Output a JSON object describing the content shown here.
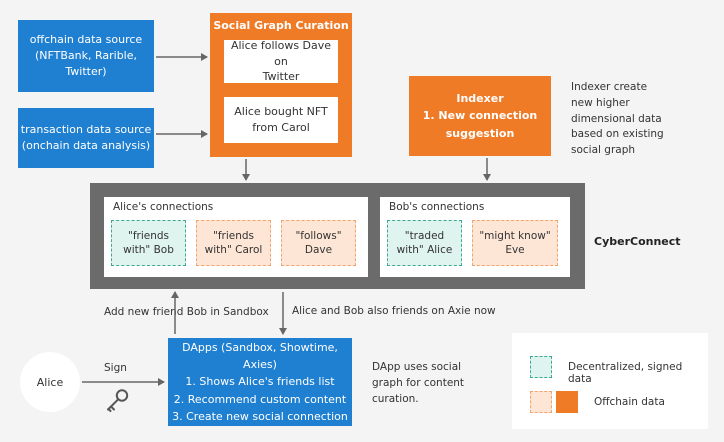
{
  "sources": {
    "offchain": "offchain data source\n(NFTBank, Rarible,\nTwitter)",
    "transaction": "transaction data source\n(onchain data analysis)"
  },
  "curation": {
    "title": "Social Graph Curation",
    "card1": "Alice follows Dave on\nTwitter",
    "card2": "Alice bought NFT\nfrom Carol"
  },
  "indexer": {
    "text": "Indexer\n1. New connection\nsuggestion",
    "note": "Indexer create\nnew higher\ndimensional data\nbased on existing\nsocial graph"
  },
  "cyberconnect": {
    "label": "CyberConnect",
    "alice_panel": {
      "title": "Alice's connections",
      "chips": [
        "\"friends\nwith\" Bob",
        "\"friends\nwith\" Carol",
        "\"follows\"\nDave"
      ]
    },
    "bob_panel": {
      "title": "Bob's connections",
      "chips": [
        "\"traded\nwith\" Alice",
        "\"might know\"\nEve"
      ]
    }
  },
  "labels": {
    "add_friend": "Add new friend Bob in Sandbox",
    "also_friends": "Alice and Bob also friends on Axie now",
    "sign": "Sign"
  },
  "alice": "Alice",
  "dapps": {
    "text": "DApps (Sandbox, Showtime, Axies)\n1. Shows Alice's friends list\n2. Recommend custom content\n3. Create new social connection",
    "note": "DApp uses social\ngraph for content\ncuration."
  },
  "legend": {
    "decentralized": "Decentralized, signed data",
    "offchain": "Offchain data"
  },
  "colors": {
    "blue": "#1f7fd1",
    "orange": "#f07b26",
    "gray": "#6b6b6b",
    "teal_dashed": "#3fa894",
    "peach_dashed": "#f2a470"
  }
}
